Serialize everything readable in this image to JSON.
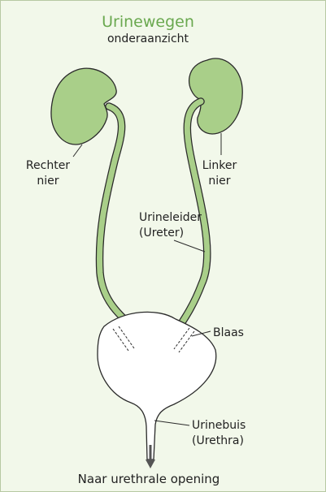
{
  "diagram": {
    "title": "Urinewegen",
    "subtitle": "onderaanzicht",
    "labels": {
      "right_kidney_1": "Rechter",
      "right_kidney_2": "nier",
      "left_kidney_1": "Linker",
      "left_kidney_2": "nier",
      "ureter_1": "Urineleider",
      "ureter_2": "(Ureter)",
      "bladder": "Blaas",
      "urethra_1": "Urinebuis",
      "urethra_2": "(Urethra)",
      "outlet": "Naar urethrale opening"
    },
    "colors": {
      "organ_fill": "#a9cf89",
      "bladder_fill": "#ffffff",
      "outline": "#2b2b2b",
      "title": "#6aa84f",
      "background": "#f2f8ea",
      "arrow": "#555555"
    }
  }
}
